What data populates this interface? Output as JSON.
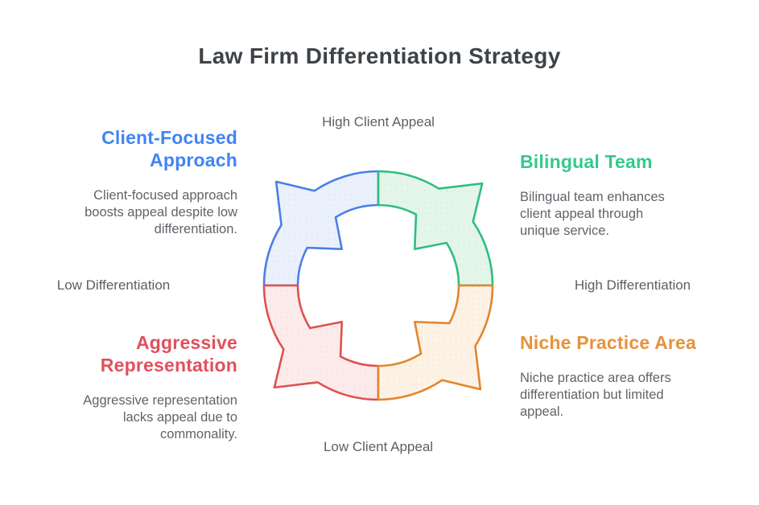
{
  "title": "Law Firm Differentiation Strategy",
  "theme": {
    "background": "#ffffff",
    "title_color": "#3e4347",
    "axis_label_color": "#5b6066",
    "body_text_color": "#5f6469"
  },
  "axes": {
    "top": "High Client Appeal",
    "bottom": "Low Client Appeal",
    "left": "Low Differentiation",
    "right": "High Differentiation"
  },
  "diagram": {
    "kind": "circular-cycle-4-segments",
    "segment_order": [
      "top-left",
      "top-right",
      "bottom-left",
      "bottom-right"
    ]
  },
  "quadrants": [
    {
      "id": "client-focused-approach",
      "position": "top-left",
      "heading": "Client-Focused\nApproach",
      "body": "Client-focused approach\nboosts appeal despite low\ndifferentiation.",
      "color": "#4184f3",
      "arc_stroke": "#4a7fe6",
      "arc_fill": "#eaf1fc"
    },
    {
      "id": "bilingual-team",
      "position": "top-right",
      "heading": "Bilingual Team",
      "body": "Bilingual team enhances\nclient appeal through\nunique service.",
      "color": "#35c98c",
      "arc_stroke": "#2ebe7c",
      "arc_fill": "#e4f6ea"
    },
    {
      "id": "aggressive-representation",
      "position": "bottom-left",
      "heading": "Aggressive\nRepresentation",
      "body": "Aggressive representation\nlacks appeal due to\ncommonality.",
      "color": "#e0515d",
      "arc_stroke": "#e05050",
      "arc_fill": "#fcebea"
    },
    {
      "id": "niche-practice-area",
      "position": "bottom-right",
      "heading": "Niche Practice Area",
      "body": "Niche practice area offers\ndifferentiation but limited\nappeal.",
      "color": "#e6923c",
      "arc_stroke": "#e1862d",
      "arc_fill": "#fdf2e4"
    }
  ]
}
